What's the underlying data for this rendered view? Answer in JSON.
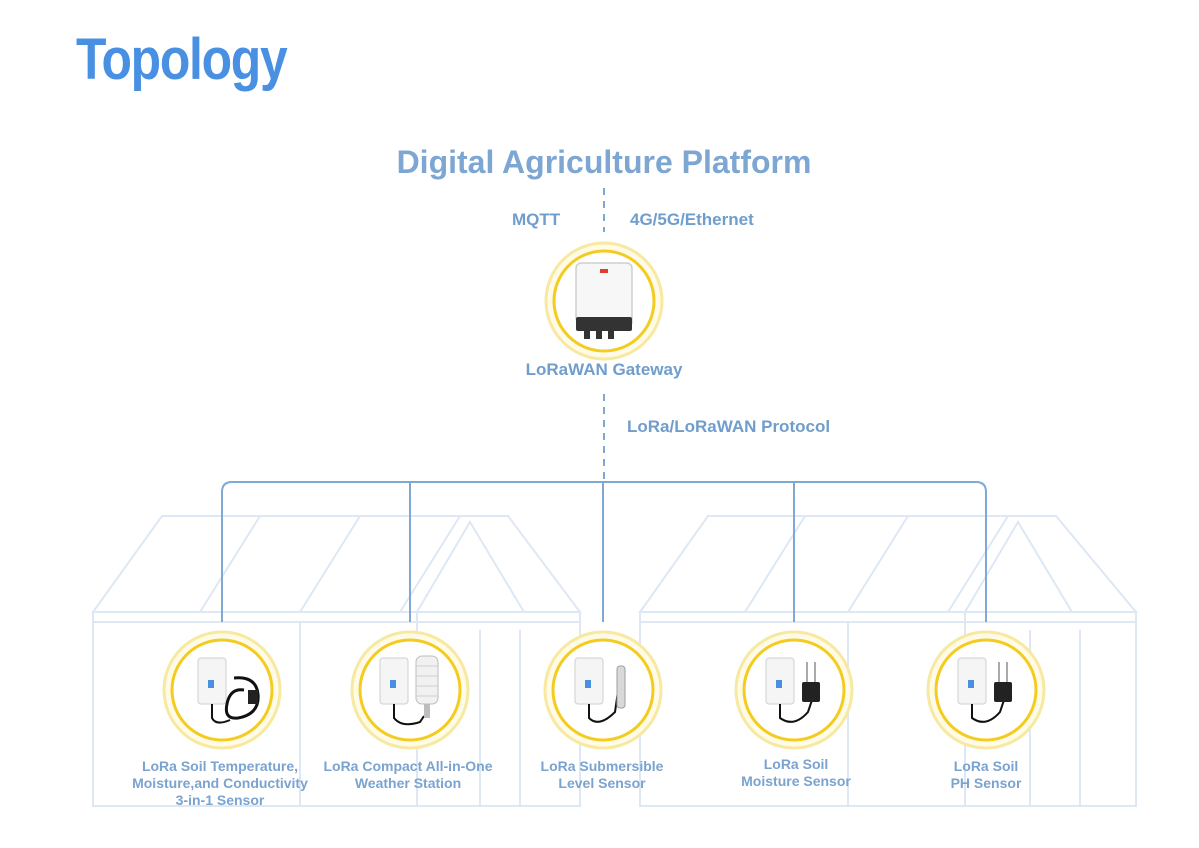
{
  "page": {
    "title": "Topology"
  },
  "diagram": {
    "platform_label": "Digital Agriculture Platform",
    "uplink_protocol_label": "MQTT",
    "uplink_network_label": "4G/5G/Ethernet",
    "gateway": {
      "label": "LoRaWAN Gateway",
      "icon": "gateway-device-icon"
    },
    "downlink_protocol_label": "LoRa/LoRaWAN Protocol",
    "sensors": [
      {
        "label": "LoRa Soil Temperature,\nMoisture,and Conductivity\n3-in-1 Sensor",
        "icon": "soil-3in1-sensor-icon"
      },
      {
        "label": "LoRa Compact All-in-One\nWeather Station",
        "icon": "weather-station-icon"
      },
      {
        "label": "LoRa Submersible\nLevel Sensor",
        "icon": "level-sensor-icon"
      },
      {
        "label": "LoRa Soil\nMoisture Sensor",
        "icon": "soil-moisture-sensor-icon"
      },
      {
        "label": "LoRa Soil\nPH Sensor",
        "icon": "soil-ph-sensor-icon"
      }
    ],
    "colors": {
      "title": "#4a90e2",
      "label": "#7da6d3",
      "line": "#7fa9d4",
      "ring": "#f3cc1f",
      "greenhouse": "#dfeaf5"
    }
  }
}
